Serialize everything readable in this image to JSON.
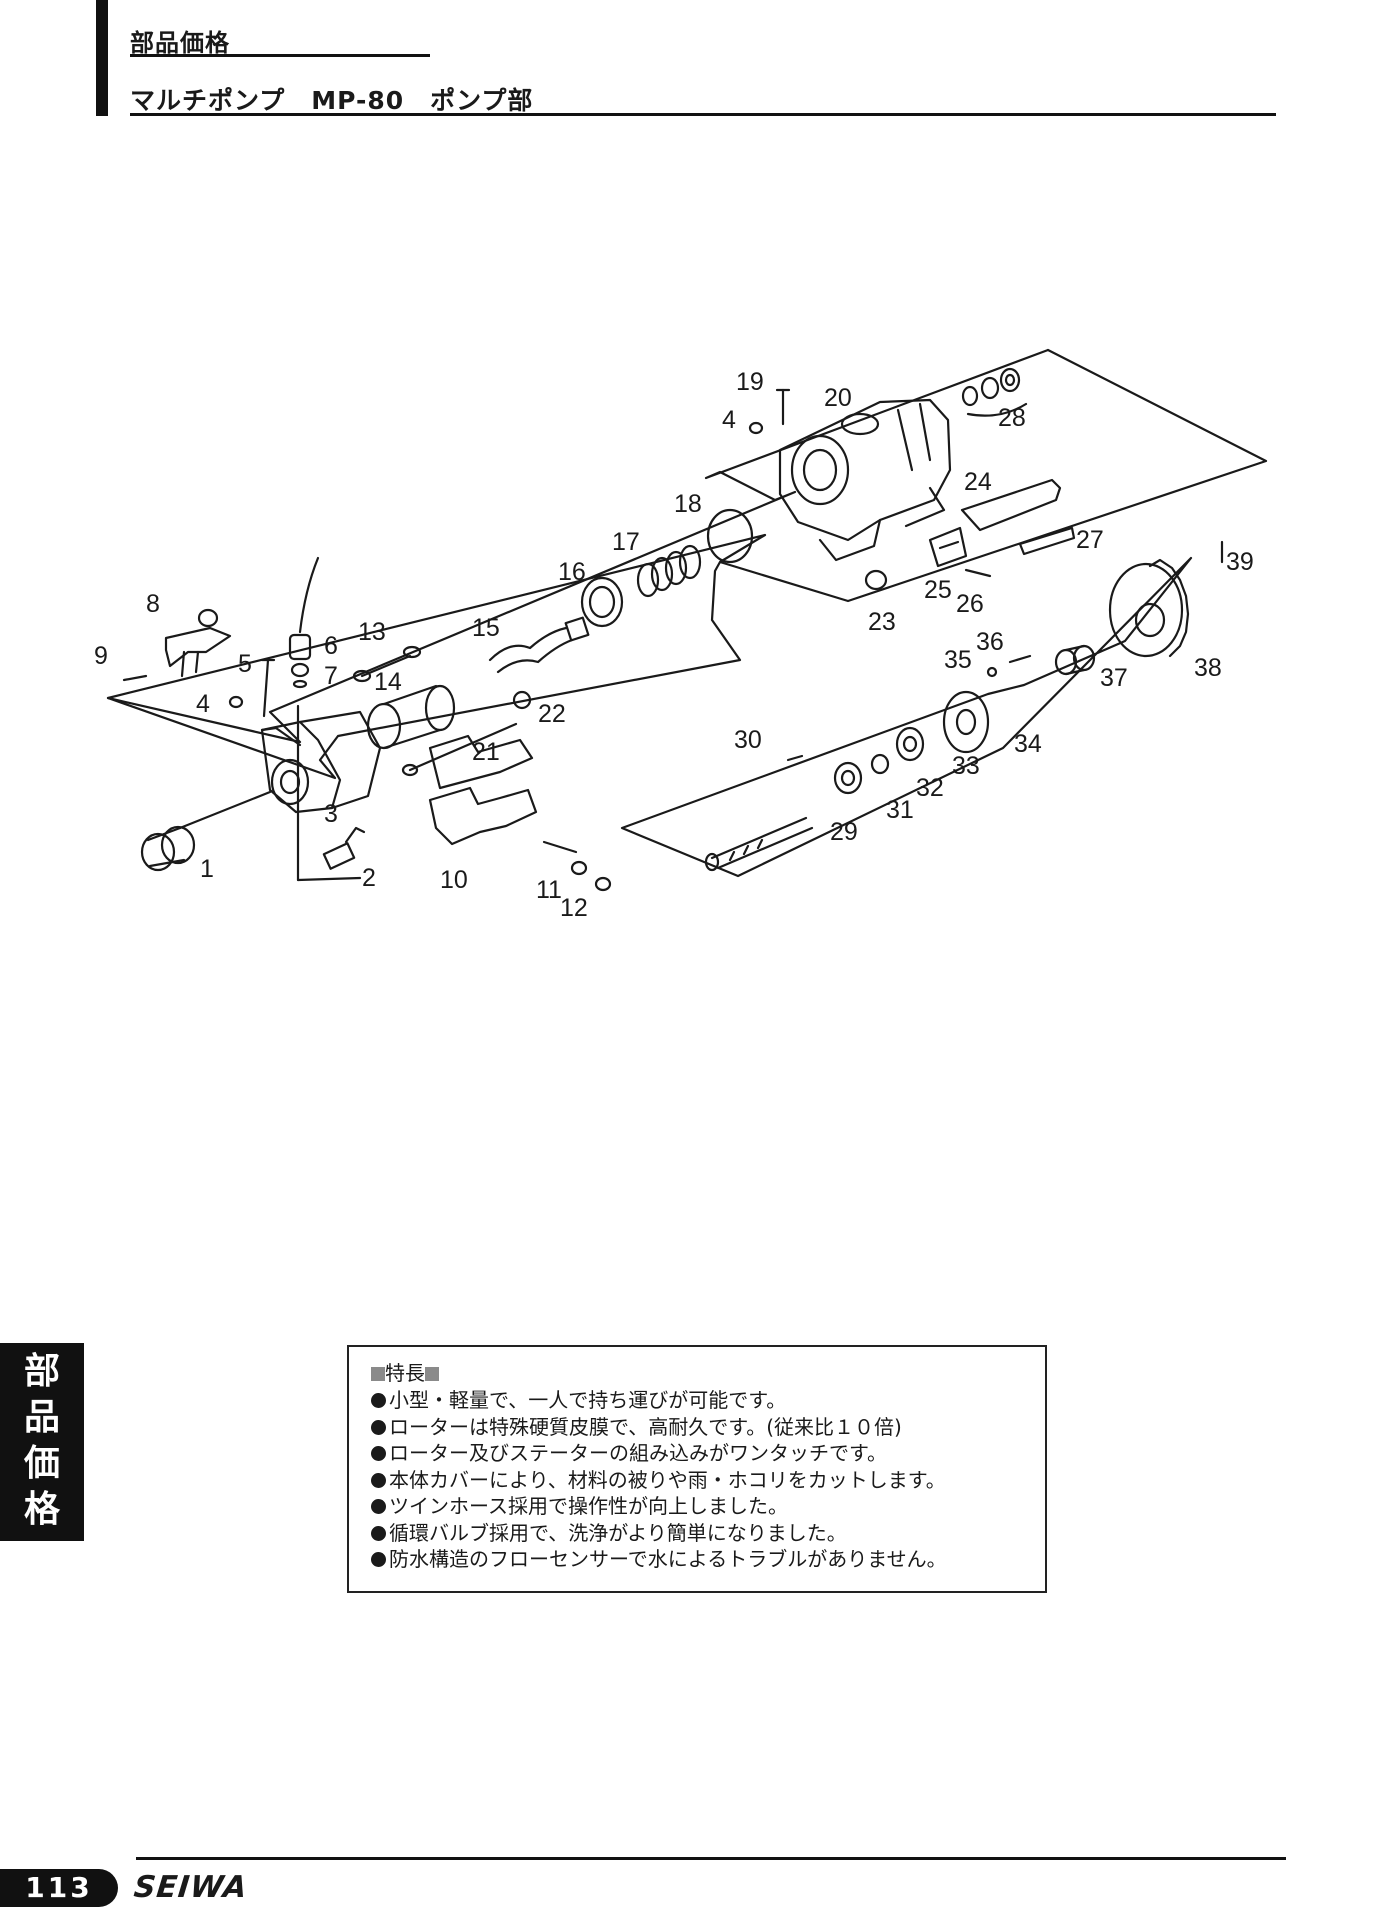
{
  "header": {
    "section_title": "部品価格",
    "page_title": "マルチポンプ　MP-80　ポンプ部"
  },
  "diagram": {
    "callouts": [
      "1",
      "2",
      "3",
      "4",
      "4",
      "5",
      "6",
      "7",
      "8",
      "9",
      "10",
      "11",
      "12",
      "13",
      "14",
      "15",
      "16",
      "17",
      "18",
      "19",
      "20",
      "21",
      "22",
      "23",
      "24",
      "25",
      "26",
      "27",
      "28",
      "29",
      "30",
      "31",
      "32",
      "33",
      "34",
      "35",
      "36",
      "37",
      "38",
      "39"
    ]
  },
  "features": {
    "title": "特長",
    "items": [
      "小型・軽量で、一人で持ち運びが可能です。",
      "ローターは特殊硬質皮膜で、高耐久です。(従来比１０倍)",
      "ローター及びステーターの組み込みがワンタッチです。",
      "本体カバーにより、材料の被りや雨・ホコリをカットします。",
      "ツインホース採用で操作性が向上しました。",
      "循環バルブ採用で、洗浄がより簡単になりました。",
      "防水構造のフローセンサーで水によるトラブルがありません。"
    ]
  },
  "side_tab": {
    "chars": [
      "部",
      "品",
      "価",
      "格"
    ]
  },
  "footer": {
    "page_number": "113",
    "brand": "SEIWA"
  }
}
